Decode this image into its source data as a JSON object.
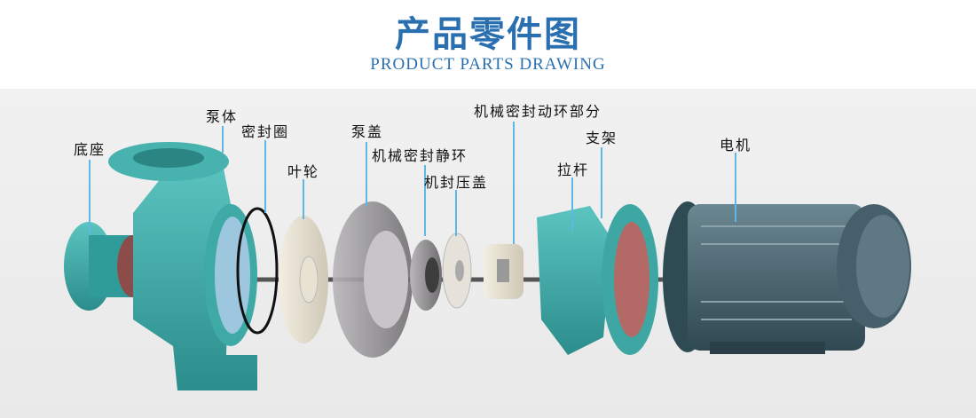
{
  "header": {
    "title": "产品零件图",
    "subtitle": "PRODUCT PARTS DRAWING"
  },
  "parts": [
    {
      "id": "base",
      "label": "底座"
    },
    {
      "id": "pump-body",
      "label": "泵体"
    },
    {
      "id": "seal-ring",
      "label": "密封圈"
    },
    {
      "id": "impeller",
      "label": "叶轮"
    },
    {
      "id": "pump-cover",
      "label": "泵盖"
    },
    {
      "id": "mech-seal-static",
      "label": "机械密封静环"
    },
    {
      "id": "seal-gland",
      "label": "机封压盖"
    },
    {
      "id": "mech-seal-dynamic",
      "label": "机械密封动环部分"
    },
    {
      "id": "tie-rod",
      "label": "拉杆"
    },
    {
      "id": "bracket",
      "label": "支架"
    },
    {
      "id": "motor",
      "label": "电机"
    }
  ],
  "colors": {
    "title": "#2a70b0",
    "leader": "#5fb7e6",
    "casting": "#3fa9a6",
    "motor": "#3d5963"
  }
}
